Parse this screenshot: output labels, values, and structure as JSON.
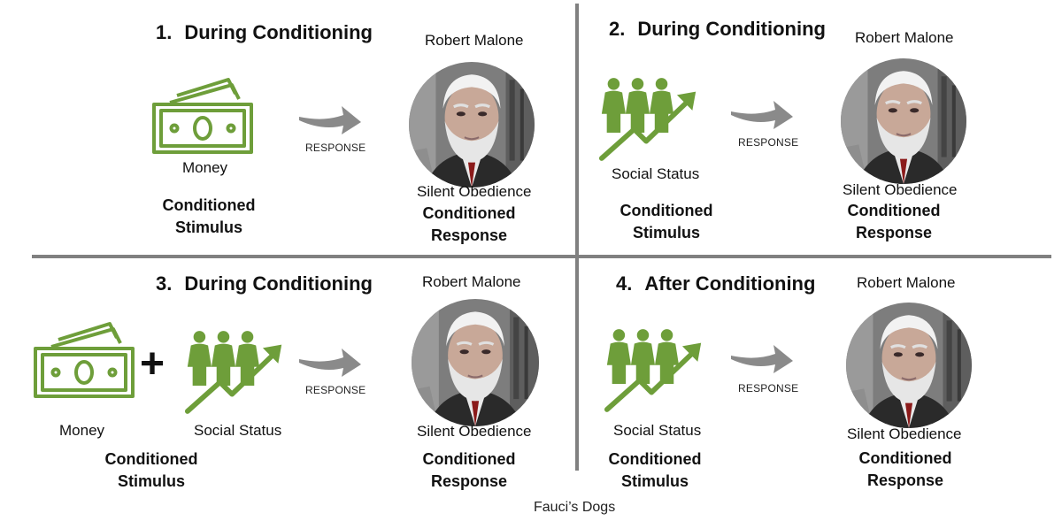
{
  "caption": "Fauci’s Dogs",
  "response_label": "RESPONSE",
  "colors": {
    "icon_green": "#6e9e3a",
    "arrow_gray": "#8a8a8a",
    "divider": "#808080"
  },
  "icons": [
    "money-icon",
    "social-status-icon",
    "plus-icon",
    "arrow-icon"
  ],
  "panels": [
    {
      "number": "1.",
      "title": "During Conditioning",
      "stimulus_items": [
        "Money"
      ],
      "stimulus_line1": "Conditioned",
      "stimulus_line2": "Stimulus",
      "person": "Robert Malone",
      "behavior": "Silent Obedience",
      "response_line1": "Conditioned",
      "response_line2": "Response"
    },
    {
      "number": "2.",
      "title": "During Conditioning",
      "stimulus_items": [
        "Social Status"
      ],
      "stimulus_line1": "Conditioned",
      "stimulus_line2": "Stimulus",
      "person": "Robert Malone",
      "behavior": "Silent Obedience",
      "response_line1": "Conditioned",
      "response_line2": "Response"
    },
    {
      "number": "3.",
      "title": "During Conditioning",
      "stimulus_items": [
        "Money",
        "Social Status"
      ],
      "plus": "+",
      "stimulus_line1": "Conditioned",
      "stimulus_line2": "Stimulus",
      "person": "Robert Malone",
      "behavior": "Silent Obedience",
      "response_line1": "Conditioned",
      "response_line2": "Response"
    },
    {
      "number": "4.",
      "title": "After Conditioning",
      "stimulus_items": [
        "Social Status"
      ],
      "stimulus_line1": "Conditioned",
      "stimulus_line2": "Stimulus",
      "person": "Robert Malone",
      "behavior": "Silent Obedience",
      "response_line1": "Conditioned",
      "response_line2": "Response"
    }
  ]
}
